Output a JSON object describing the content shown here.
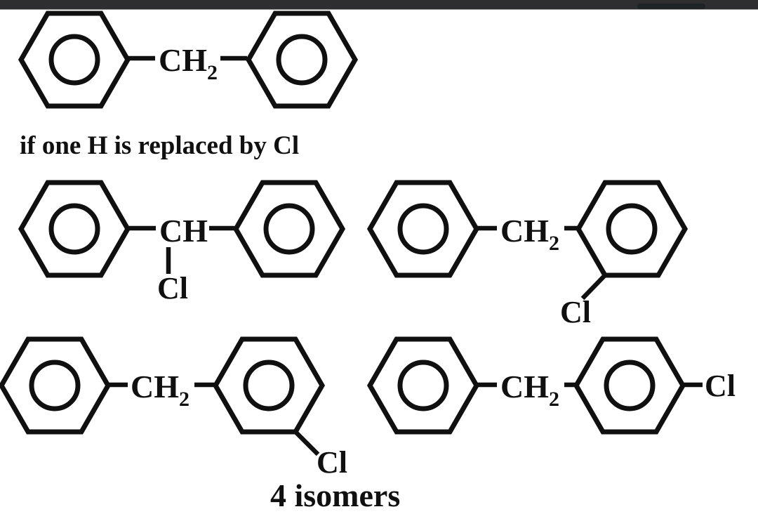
{
  "top_bar": {
    "background": "#2e2e30",
    "tab_shadow": "#1e2326"
  },
  "ink_color": "#101010",
  "captions": {
    "condition": "if one H is replaced by Cl",
    "result": "4 isomers"
  },
  "structures": [
    {
      "name": "diphenylmethane",
      "linker_main": "CH",
      "linker_sub": "2"
    },
    {
      "name": "alpha-chloro-isomer",
      "linker_main": "CH",
      "substituent": "Cl",
      "position": "alpha (on linker carbon)"
    },
    {
      "name": "ortho-chloro-isomer",
      "linker_main": "CH",
      "linker_sub": "2",
      "substituent": "Cl",
      "position": "ortho"
    },
    {
      "name": "meta-chloro-isomer",
      "linker_main": "CH",
      "linker_sub": "2",
      "substituent": "Cl",
      "position": "meta"
    },
    {
      "name": "para-chloro-isomer",
      "linker_main": "CH",
      "linker_sub": "2",
      "substituent": "Cl",
      "position": "para"
    }
  ]
}
